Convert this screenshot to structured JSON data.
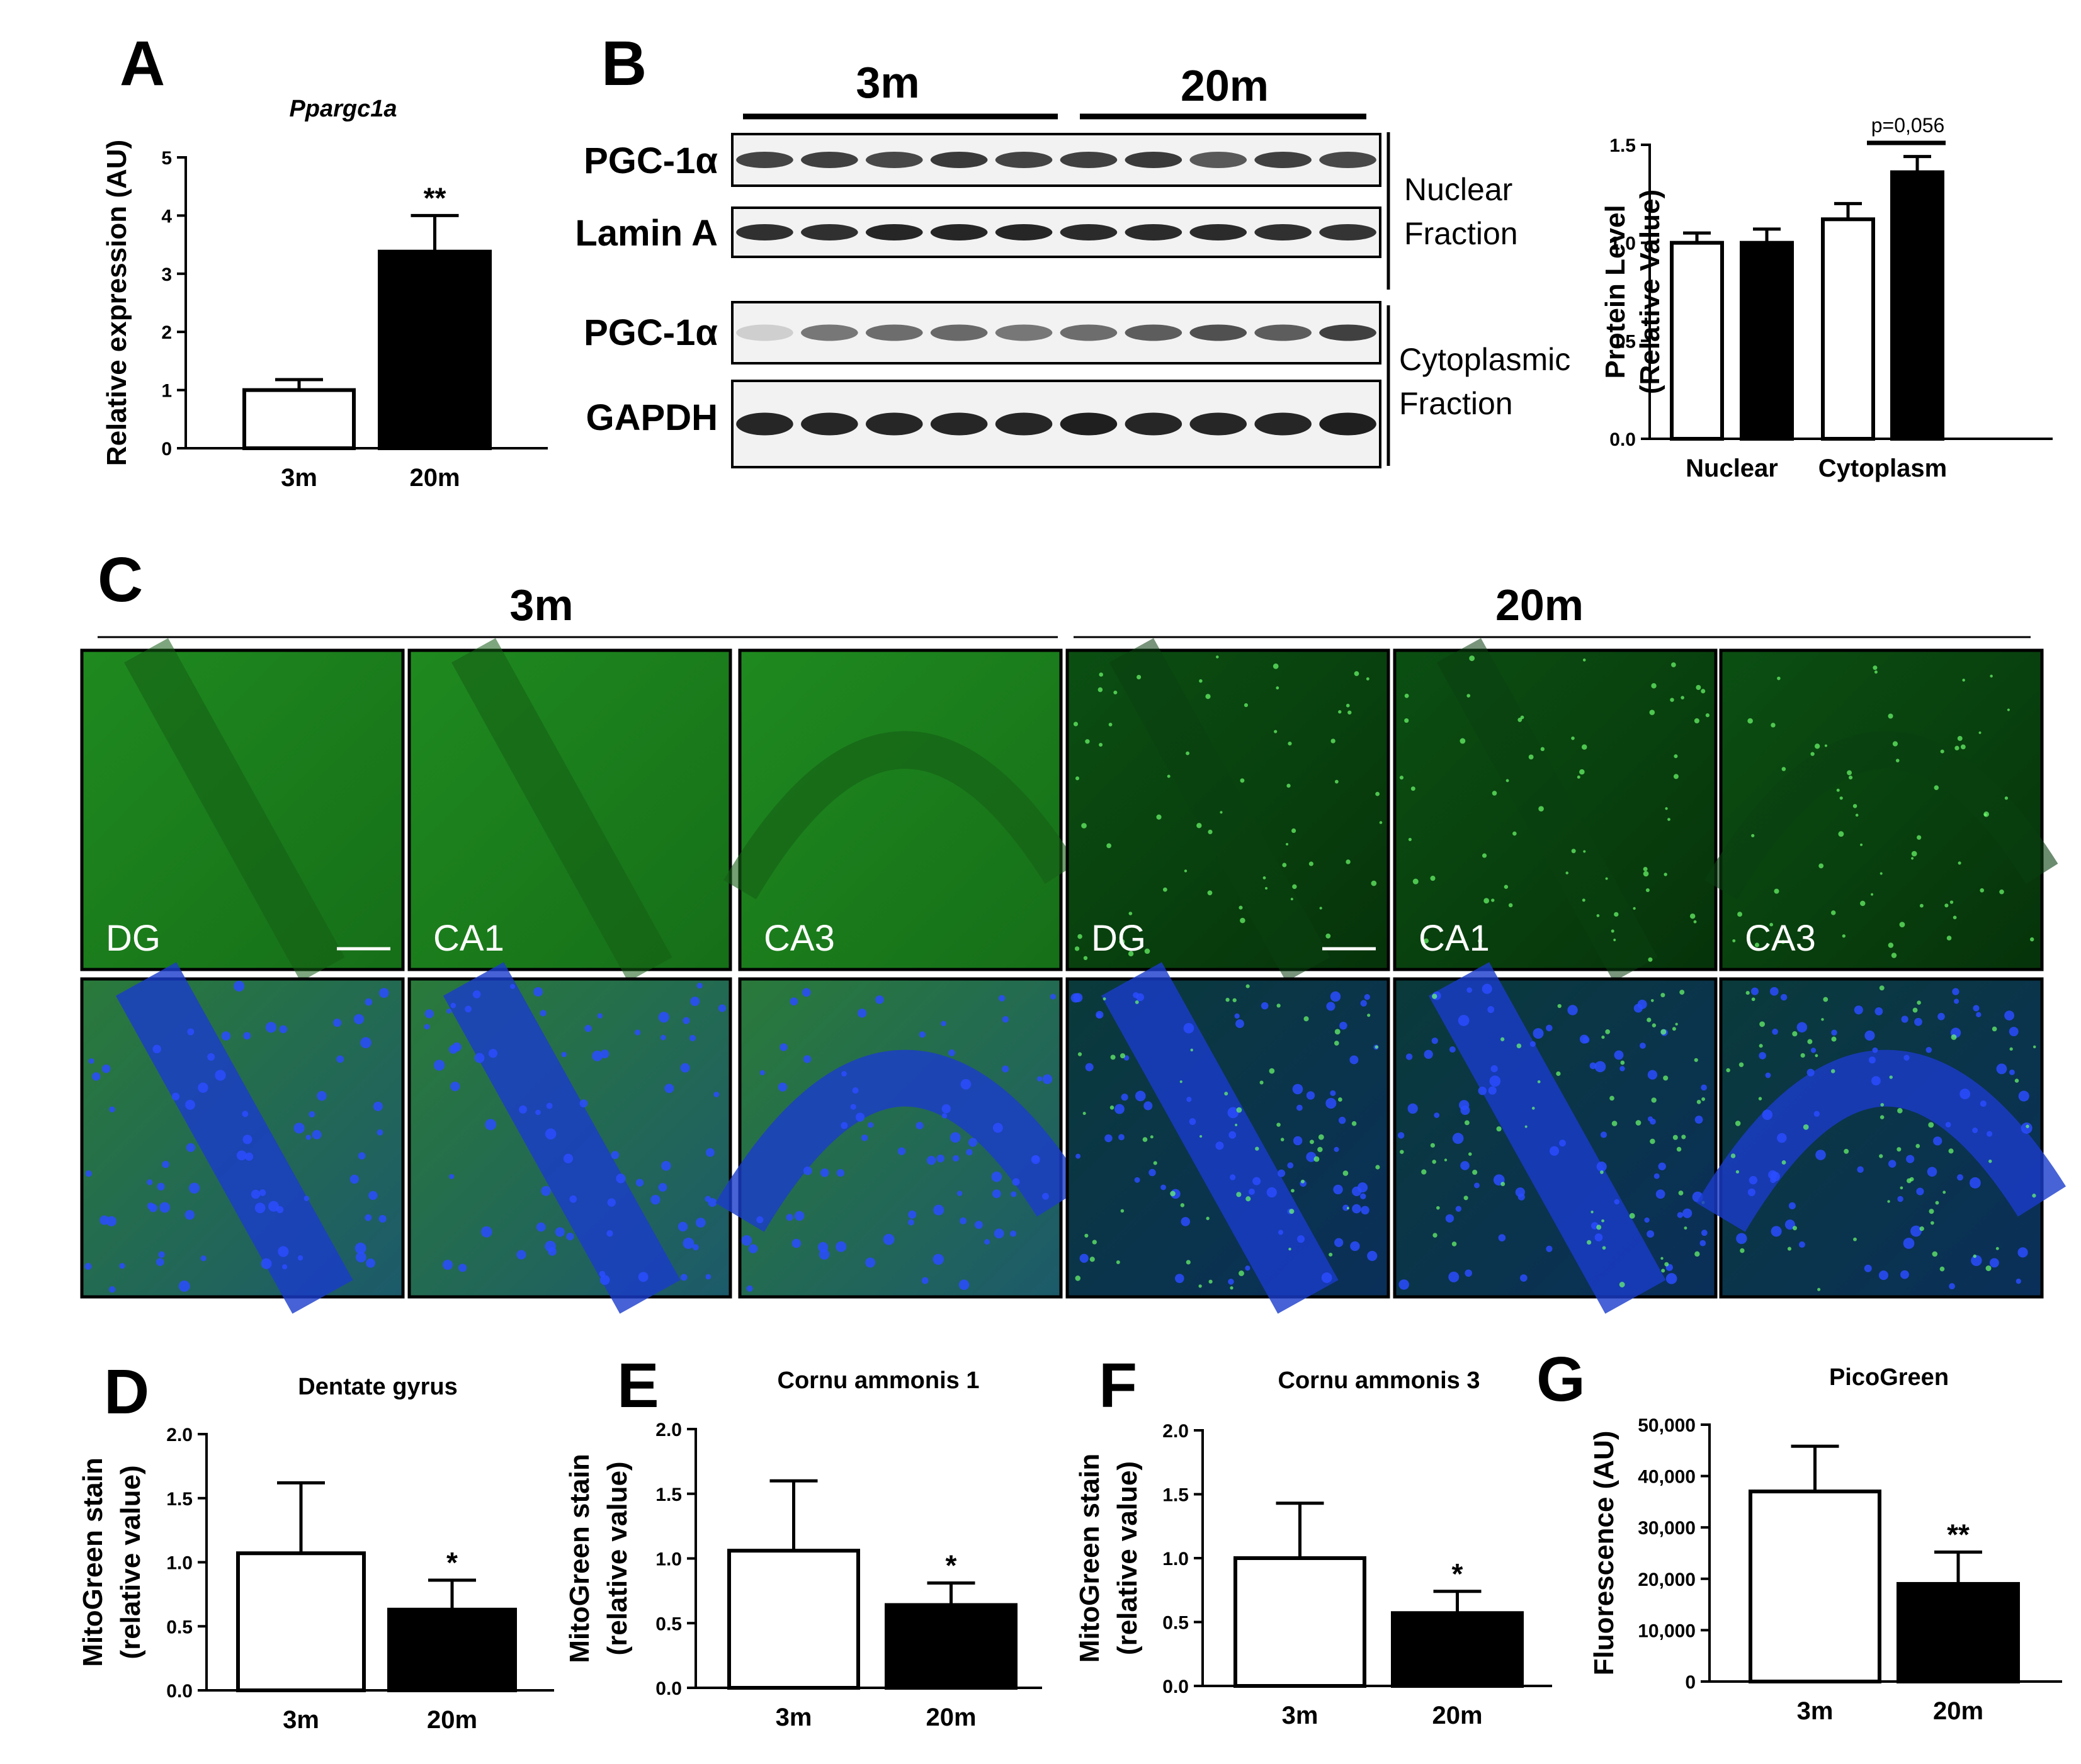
{
  "panel_labels": {
    "a": "A",
    "b": "B",
    "c": "C",
    "d": "D",
    "e": "E",
    "f": "F",
    "g": "G"
  },
  "chart_data": [
    {
      "id": "A",
      "type": "bar",
      "title": "Ppargc1a",
      "ylabel": "Relative expression (AU)",
      "categories": [
        "3m",
        "20m"
      ],
      "values": [
        1.0,
        3.38
      ],
      "errors": [
        0.18,
        0.62
      ],
      "ylim": [
        0,
        5
      ],
      "yticks": [
        "0",
        "1",
        "2",
        "3",
        "4",
        "5"
      ],
      "bar_fills": [
        "#ffffff",
        "#000000"
      ],
      "annotations": [
        "",
        "**"
      ]
    },
    {
      "id": "B",
      "type": "bar",
      "title": "",
      "ylabel": "Protein Level (Relative Value)",
      "categories": [
        "Nuclear",
        "Cytoplasm"
      ],
      "series": [
        {
          "values": [
            1.0,
            1.12
          ],
          "errors": [
            0.05,
            0.08
          ],
          "fill": "#ffffff"
        },
        {
          "values": [
            1.0,
            1.36
          ],
          "errors": [
            0.07,
            0.08
          ],
          "fill": "#000000"
        }
      ],
      "ylim": [
        0,
        1.5
      ],
      "yticks": [
        "0.0",
        "0.5",
        "1.0",
        "1.5"
      ],
      "annotation": "p=0,056"
    },
    {
      "id": "D",
      "type": "bar",
      "title": "Dentate gyrus",
      "ylabel": "MitoGreen stain (relative value)",
      "categories": [
        "3m",
        "20m"
      ],
      "values": [
        1.07,
        0.63
      ],
      "errors": [
        0.55,
        0.23
      ],
      "ylim": [
        0,
        2
      ],
      "yticks": [
        "0.0",
        "0.5",
        "1.0",
        "1.5",
        "2.0"
      ],
      "bar_fills": [
        "#ffffff",
        "#000000"
      ],
      "annotations": [
        "",
        "*"
      ]
    },
    {
      "id": "E",
      "type": "bar",
      "title": "Cornu ammonis 1",
      "ylabel": "MitoGreen stain (relative value)",
      "categories": [
        "3m",
        "20m"
      ],
      "values": [
        1.06,
        0.64
      ],
      "errors": [
        0.54,
        0.17
      ],
      "ylim": [
        0,
        2
      ],
      "yticks": [
        "0.0",
        "0.5",
        "1.0",
        "1.5",
        "2.0"
      ],
      "bar_fills": [
        "#ffffff",
        "#000000"
      ],
      "annotations": [
        "",
        "*"
      ]
    },
    {
      "id": "F",
      "type": "bar",
      "title": "Cornu ammonis 3",
      "ylabel": "MitoGreen stain (relative value)",
      "categories": [
        "3m",
        "20m"
      ],
      "values": [
        1.0,
        0.57
      ],
      "errors": [
        0.43,
        0.17
      ],
      "ylim": [
        0,
        2
      ],
      "yticks": [
        "0.0",
        "0.5",
        "1.0",
        "1.5",
        "2.0"
      ],
      "bar_fills": [
        "#ffffff",
        "#000000"
      ],
      "annotations": [
        "",
        "*"
      ]
    },
    {
      "id": "G",
      "type": "bar",
      "title": "PicoGreen",
      "ylabel": "Fluorescence (AU)",
      "categories": [
        "3m",
        "20m"
      ],
      "values": [
        37000,
        19000
      ],
      "errors": [
        8800,
        6200
      ],
      "ylim": [
        0,
        50000
      ],
      "yticks": [
        "0",
        "10,000",
        "20,000",
        "30,000",
        "40,000",
        "50,000"
      ],
      "bar_fills": [
        "#ffffff",
        "#000000"
      ],
      "annotations": [
        "",
        "**"
      ]
    }
  ],
  "western_blot": {
    "groups": [
      "3m",
      "20m"
    ],
    "rows": [
      "PGC-1α",
      "Lamin A",
      "PGC-1α",
      "GAPDH"
    ],
    "fractions": [
      [
        "Nuclear",
        "Fraction"
      ],
      [
        "Cytoplasmic",
        "Fraction"
      ]
    ],
    "lanes": 10,
    "band_intensity": [
      [
        0.8,
        0.82,
        0.78,
        0.85,
        0.8,
        0.82,
        0.85,
        0.7,
        0.82,
        0.78
      ],
      [
        0.9,
        0.9,
        0.95,
        0.95,
        0.95,
        0.92,
        0.92,
        0.92,
        0.9,
        0.88
      ],
      [
        0.12,
        0.55,
        0.6,
        0.62,
        0.55,
        0.6,
        0.68,
        0.74,
        0.68,
        0.82
      ],
      [
        0.95,
        0.95,
        0.95,
        0.95,
        0.95,
        0.98,
        0.95,
        0.95,
        0.95,
        0.98
      ]
    ]
  },
  "microscopy": {
    "groups": [
      "3m",
      "20m"
    ],
    "regions": [
      "DG",
      "CA1",
      "CA3",
      "DG",
      "CA1",
      "CA3"
    ]
  },
  "colors": {
    "green_stain": "#1f8a1f",
    "blue_stain": "#1a3ccc",
    "background": "#ffffff"
  }
}
